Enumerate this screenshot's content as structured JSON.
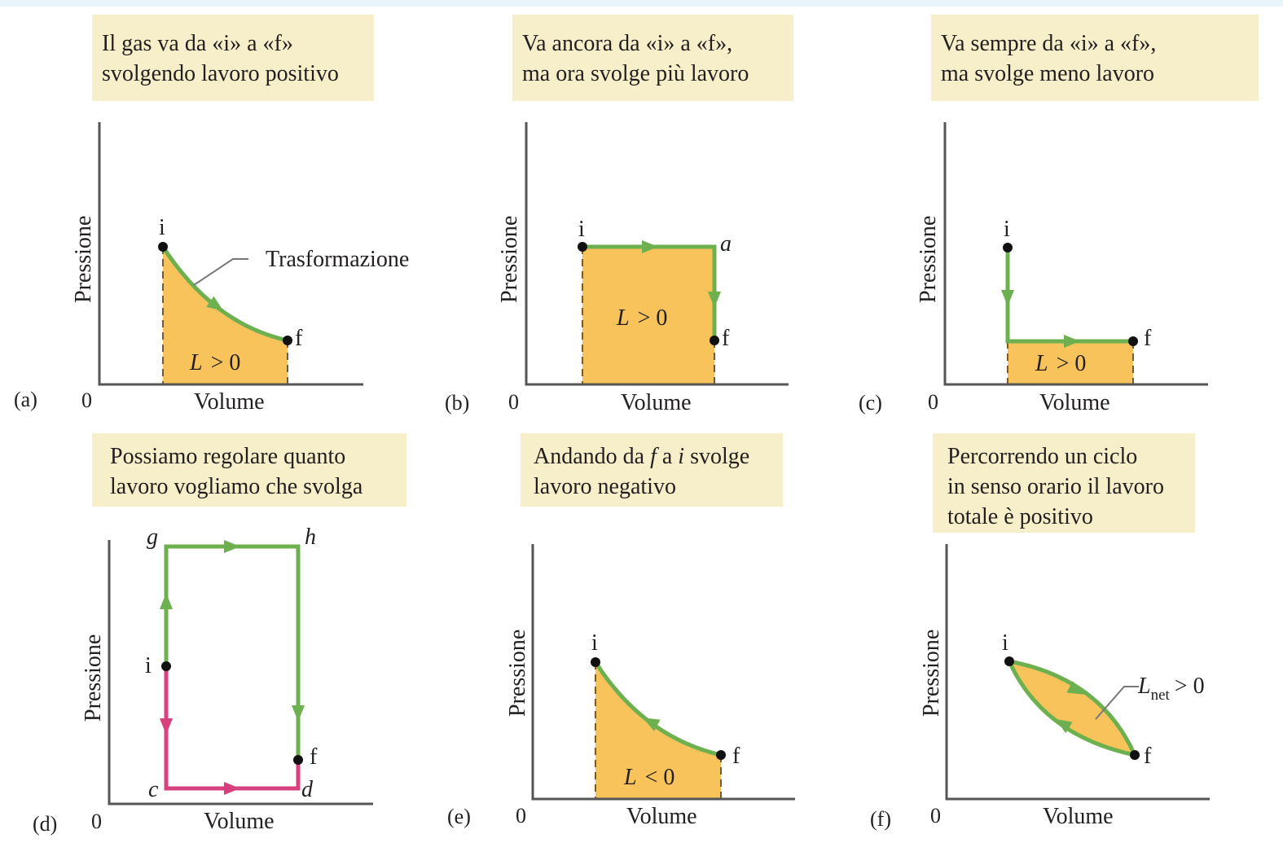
{
  "panels": {
    "a": {
      "letter": "(a)",
      "caption": [
        "Il gas va da «i» a «f»",
        "svolgendo lavoro positivo"
      ],
      "zero": "0",
      "xlabel": "Volume",
      "ylabel": "Pressione",
      "point_i": "i",
      "point_f": "f",
      "work_var": "L",
      "work_rel": "> 0",
      "callout": "Trasformazione"
    },
    "b": {
      "letter": "(b)",
      "caption": [
        "Va ancora da «i» a «f»,",
        "ma ora svolge più lavoro"
      ],
      "zero": "0",
      "xlabel": "Volume",
      "ylabel": "Pressione",
      "point_i": "i",
      "point_f": "f",
      "point_a": "a",
      "work_var": "L",
      "work_rel": "> 0"
    },
    "c": {
      "letter": "(c)",
      "caption": [
        "Va sempre da «i» a «f»,",
        "ma svolge meno lavoro"
      ],
      "zero": "0",
      "xlabel": "Volume",
      "ylabel": "Pressione",
      "point_i": "i",
      "point_f": "f",
      "work_var": "L",
      "work_rel": "> 0"
    },
    "d": {
      "letter": "(d)",
      "caption": [
        "Possiamo regolare quanto",
        "lavoro vogliamo che svolga"
      ],
      "zero": "0",
      "xlabel": "Volume",
      "ylabel": "Pressione",
      "point_i": "i",
      "point_f": "f",
      "point_g": "g",
      "point_h": "h",
      "point_c": "c",
      "point_d": "d"
    },
    "e": {
      "letter": "(e)",
      "caption_parts": [
        "Andando da ",
        "f",
        " a ",
        "i",
        " svolge"
      ],
      "caption_line2": "lavoro negativo",
      "zero": "0",
      "xlabel": "Volume",
      "ylabel": "Pressione",
      "point_i": "i",
      "point_f": "f",
      "work_var": "L",
      "work_rel": "< 0"
    },
    "f": {
      "letter": "(f)",
      "caption": [
        "Percorrendo un ciclo",
        "in senso orario il lavoro",
        "totale è positivo"
      ],
      "zero": "0",
      "xlabel": "Volume",
      "ylabel": "Pressione",
      "point_i": "i",
      "point_f": "f",
      "work_var": "L",
      "work_sub": "net",
      "work_rel": "> 0"
    }
  },
  "colors": {
    "path_green": "#6db04f",
    "path_pink": "#d9417e",
    "area_orange": "#f8c35a",
    "axis": "#555555",
    "caption_bg": "#f7efc9"
  }
}
